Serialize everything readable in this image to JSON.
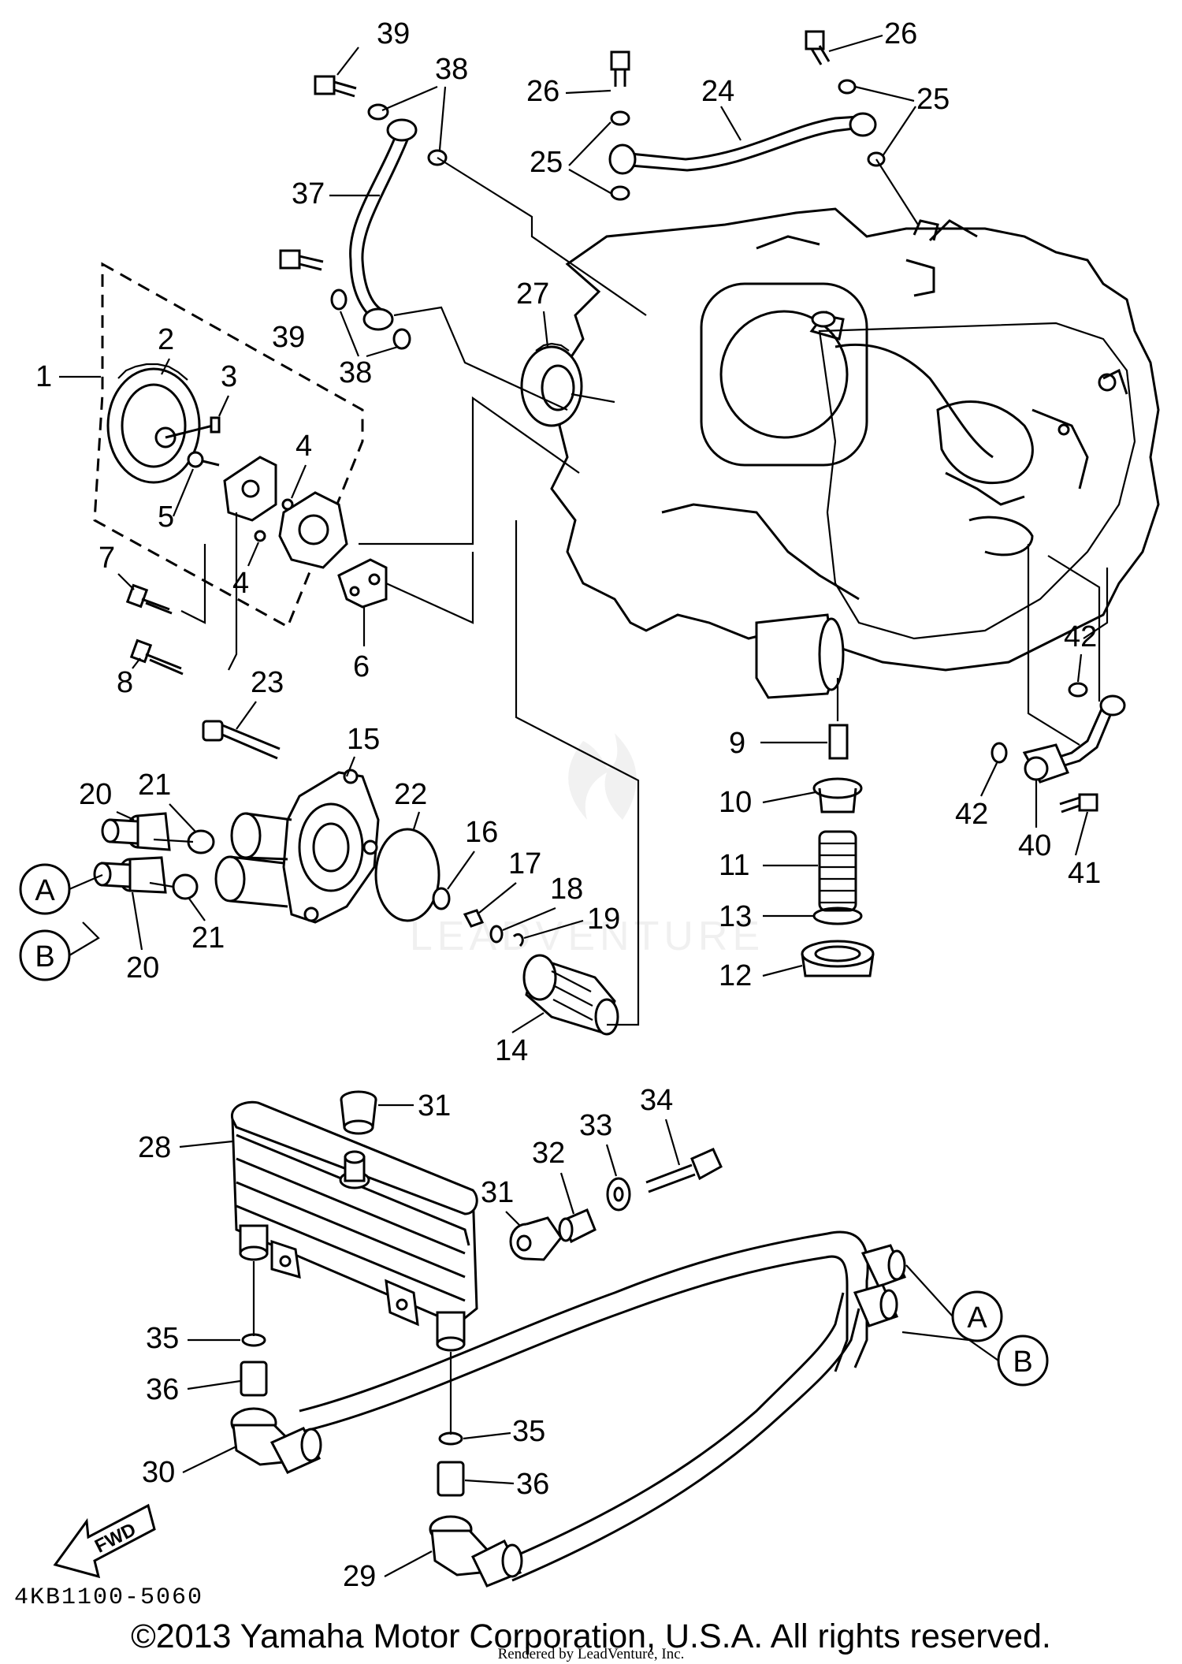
{
  "diagram": {
    "part_code": "4KB1100-5060",
    "fwd_label": "FWD",
    "watermark": "LEADVENTURE",
    "copyright": "©2013 Yamaha Motor Corporation, U.S.A. All rights reserved.",
    "rendered_by": "Rendered by LeadVenture, Inc."
  },
  "callouts": {
    "c1": "1",
    "c2": "2",
    "c3": "3",
    "c4a": "4",
    "c4b": "4",
    "c5": "5",
    "c6": "6",
    "c7": "7",
    "c8": "8",
    "c9": "9",
    "c10": "10",
    "c11": "11",
    "c12": "12",
    "c13": "13",
    "c14": "14",
    "c15": "15",
    "c16": "16",
    "c17": "17",
    "c18": "18",
    "c19": "19",
    "c20a": "20",
    "c20b": "20",
    "c21a": "21",
    "c21b": "21",
    "c22": "22",
    "c23": "23",
    "c24": "24",
    "c25a": "25",
    "c25b": "25",
    "c26a": "26",
    "c26b": "26",
    "c27": "27",
    "c28": "28",
    "c29": "29",
    "c30": "30",
    "c31a": "31",
    "c31b": "31",
    "c32": "32",
    "c33": "33",
    "c34": "34",
    "c35a": "35",
    "c35b": "35",
    "c36a": "36",
    "c36b": "36",
    "c37": "37",
    "c38a": "38",
    "c38b": "38",
    "c39a": "39",
    "c39b": "39",
    "c40": "40",
    "c41": "41",
    "c42a": "42",
    "c42b": "42"
  },
  "connectors": {
    "a_left": "A",
    "b_left": "B",
    "a_right": "A",
    "b_right": "B"
  }
}
